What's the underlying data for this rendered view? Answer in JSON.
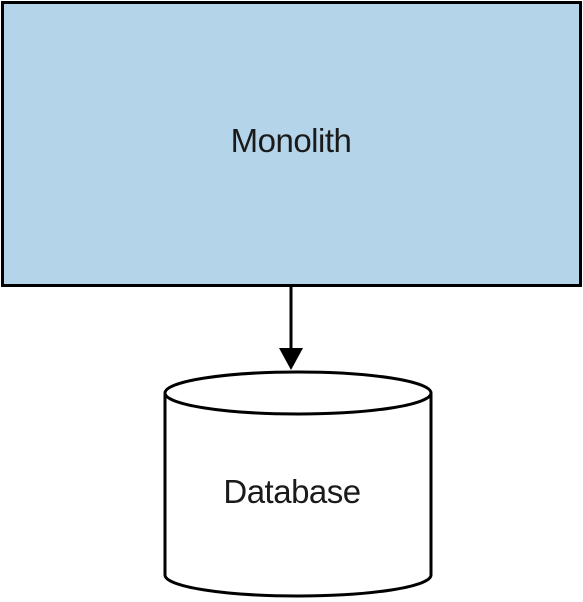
{
  "nodes": {
    "monolith": {
      "label": "Monolith",
      "fill": "#b4d4ea"
    },
    "database": {
      "label": "Database",
      "fill": "#ffffff"
    }
  },
  "edge": {
    "from": "monolith",
    "to": "database"
  },
  "colors": {
    "stroke": "#000000"
  }
}
